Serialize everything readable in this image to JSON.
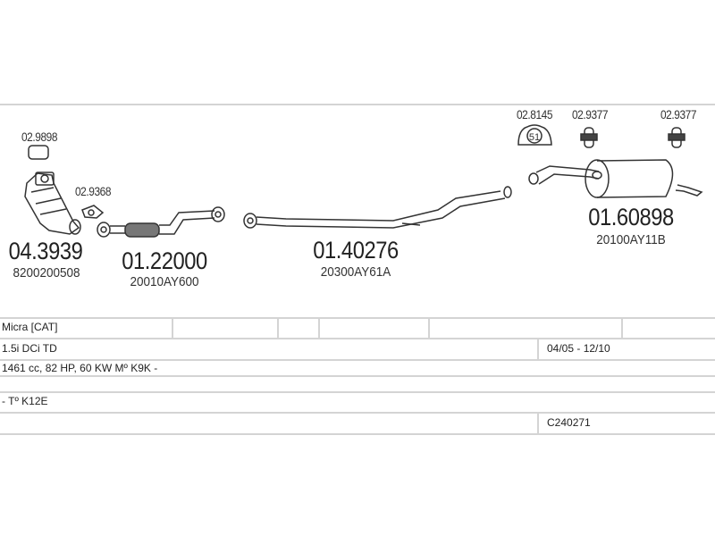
{
  "parts": [
    {
      "number": "04.3939",
      "oem": "8200200508",
      "name": "catalytic-converter"
    },
    {
      "number": "01.22000",
      "oem": "20010AY600",
      "name": "front-pipe"
    },
    {
      "number": "01.40276",
      "oem": "20300AY61A",
      "name": "middle-pipe"
    },
    {
      "number": "01.60898",
      "oem": "20100AY11B",
      "name": "rear-silencer"
    }
  ],
  "accessories": [
    {
      "number": "02.9898",
      "name": "gasket"
    },
    {
      "number": "02.9368",
      "name": "gasket"
    },
    {
      "number": "02.8145",
      "name": "rubber-mount",
      "marking": "51"
    },
    {
      "number": "02.9377",
      "name": "rubber-hanger"
    },
    {
      "number": "02.9377",
      "name": "rubber-hanger"
    }
  ],
  "vehicle": {
    "model": "Micra  [CAT]",
    "engine": "1.5i DCi TD",
    "years": "04/05 - 12/10",
    "specs": "1461 cc, 82 HP, 60 KW  Mº K9K -",
    "type": "- Tº K12E",
    "code": "C240271"
  }
}
